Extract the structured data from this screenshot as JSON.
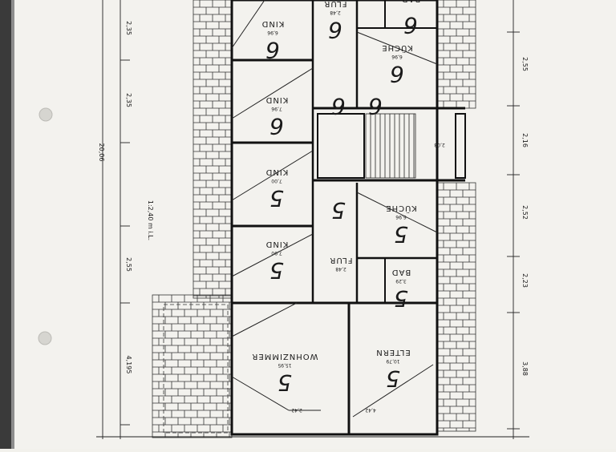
{
  "plan": {
    "rooms": {
      "kind_top": {
        "name": "KIND",
        "unit": "6",
        "area": "6,96"
      },
      "flur_top": {
        "name": "FLUR",
        "unit": "6",
        "area": "2,48"
      },
      "bad_top": {
        "name": "BAD",
        "unit": "6",
        "area": ""
      },
      "kuche_top": {
        "name": "KÜCHE",
        "unit": "6",
        "area": "6,96"
      },
      "kind_upper": {
        "name": "KIND",
        "unit": "6",
        "area": "7,96"
      },
      "flur_upper": {
        "name": "",
        "unit": "6",
        "area": ""
      },
      "kuche_sm": {
        "name": "",
        "unit": "6",
        "area": ""
      },
      "stair": {
        "name": "",
        "unit": "",
        "area": "2,08"
      },
      "kind_mid": {
        "name": "KIND",
        "unit": "5",
        "area": "7,00"
      },
      "flur_mid": {
        "name": "",
        "unit": "5",
        "area": ""
      },
      "kuche_mid": {
        "name": "KÜCHE",
        "unit": "5",
        "area": "6,96"
      },
      "kind_low": {
        "name": "KIND",
        "unit": "5",
        "area": "7,90"
      },
      "flur_low": {
        "name": "FLUR",
        "unit": "",
        "area": "2,48"
      },
      "bad_low": {
        "name": "BAD",
        "unit": "5",
        "area": "3,29"
      },
      "wohnzimmer": {
        "name": "WOHNZIMMER",
        "unit": "5",
        "area": "15,95"
      },
      "eltern": {
        "name": "ELTERN",
        "unit": "5",
        "area": "10,79"
      }
    },
    "left_dims": [
      "2,35",
      "2,35",
      "2,55",
      "4,195"
    ],
    "left_total": "20,06",
    "ceiling_note": "1:2,40 m i.L.",
    "right_dims": [
      "2,55",
      "2,16",
      "2,52",
      "2,23",
      "3,88"
    ],
    "bottom_dims": [
      "2,42",
      "4,42"
    ]
  }
}
